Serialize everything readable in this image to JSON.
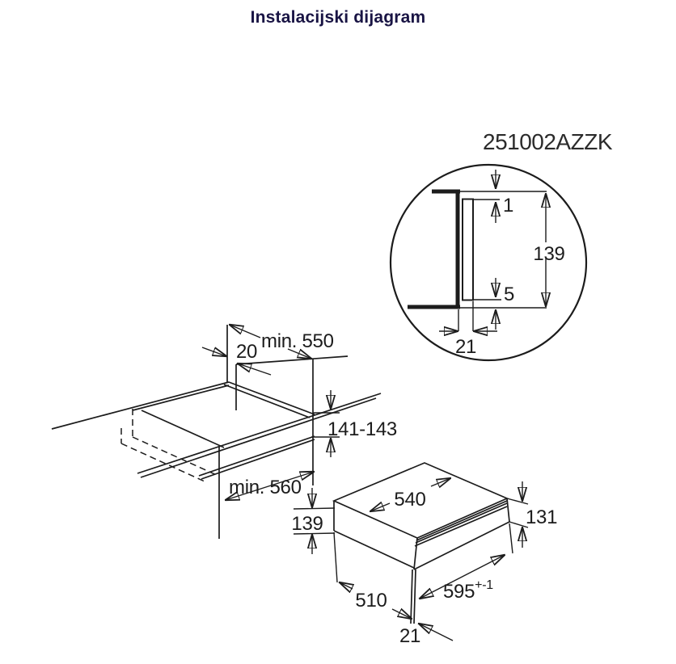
{
  "title": "Instalacijski dijagram",
  "model_number": "251002AZZK",
  "colors": {
    "line": "#1c1c1c",
    "title": "#191444",
    "background": "#ffffff"
  },
  "detail_circle": {
    "top_gap": "1",
    "panel_height": "139",
    "bottom_gap": "5",
    "panel_thickness": "21"
  },
  "niche": {
    "depth": "min. 550",
    "rear_clearance": "20",
    "height": "141-143",
    "width": "min. 560"
  },
  "appliance": {
    "top_width": "540",
    "front_height": "131",
    "body_height": "139",
    "front_width": "595",
    "front_width_tolerance": "+-1",
    "body_depth": "510",
    "panel_thickness": "21"
  }
}
